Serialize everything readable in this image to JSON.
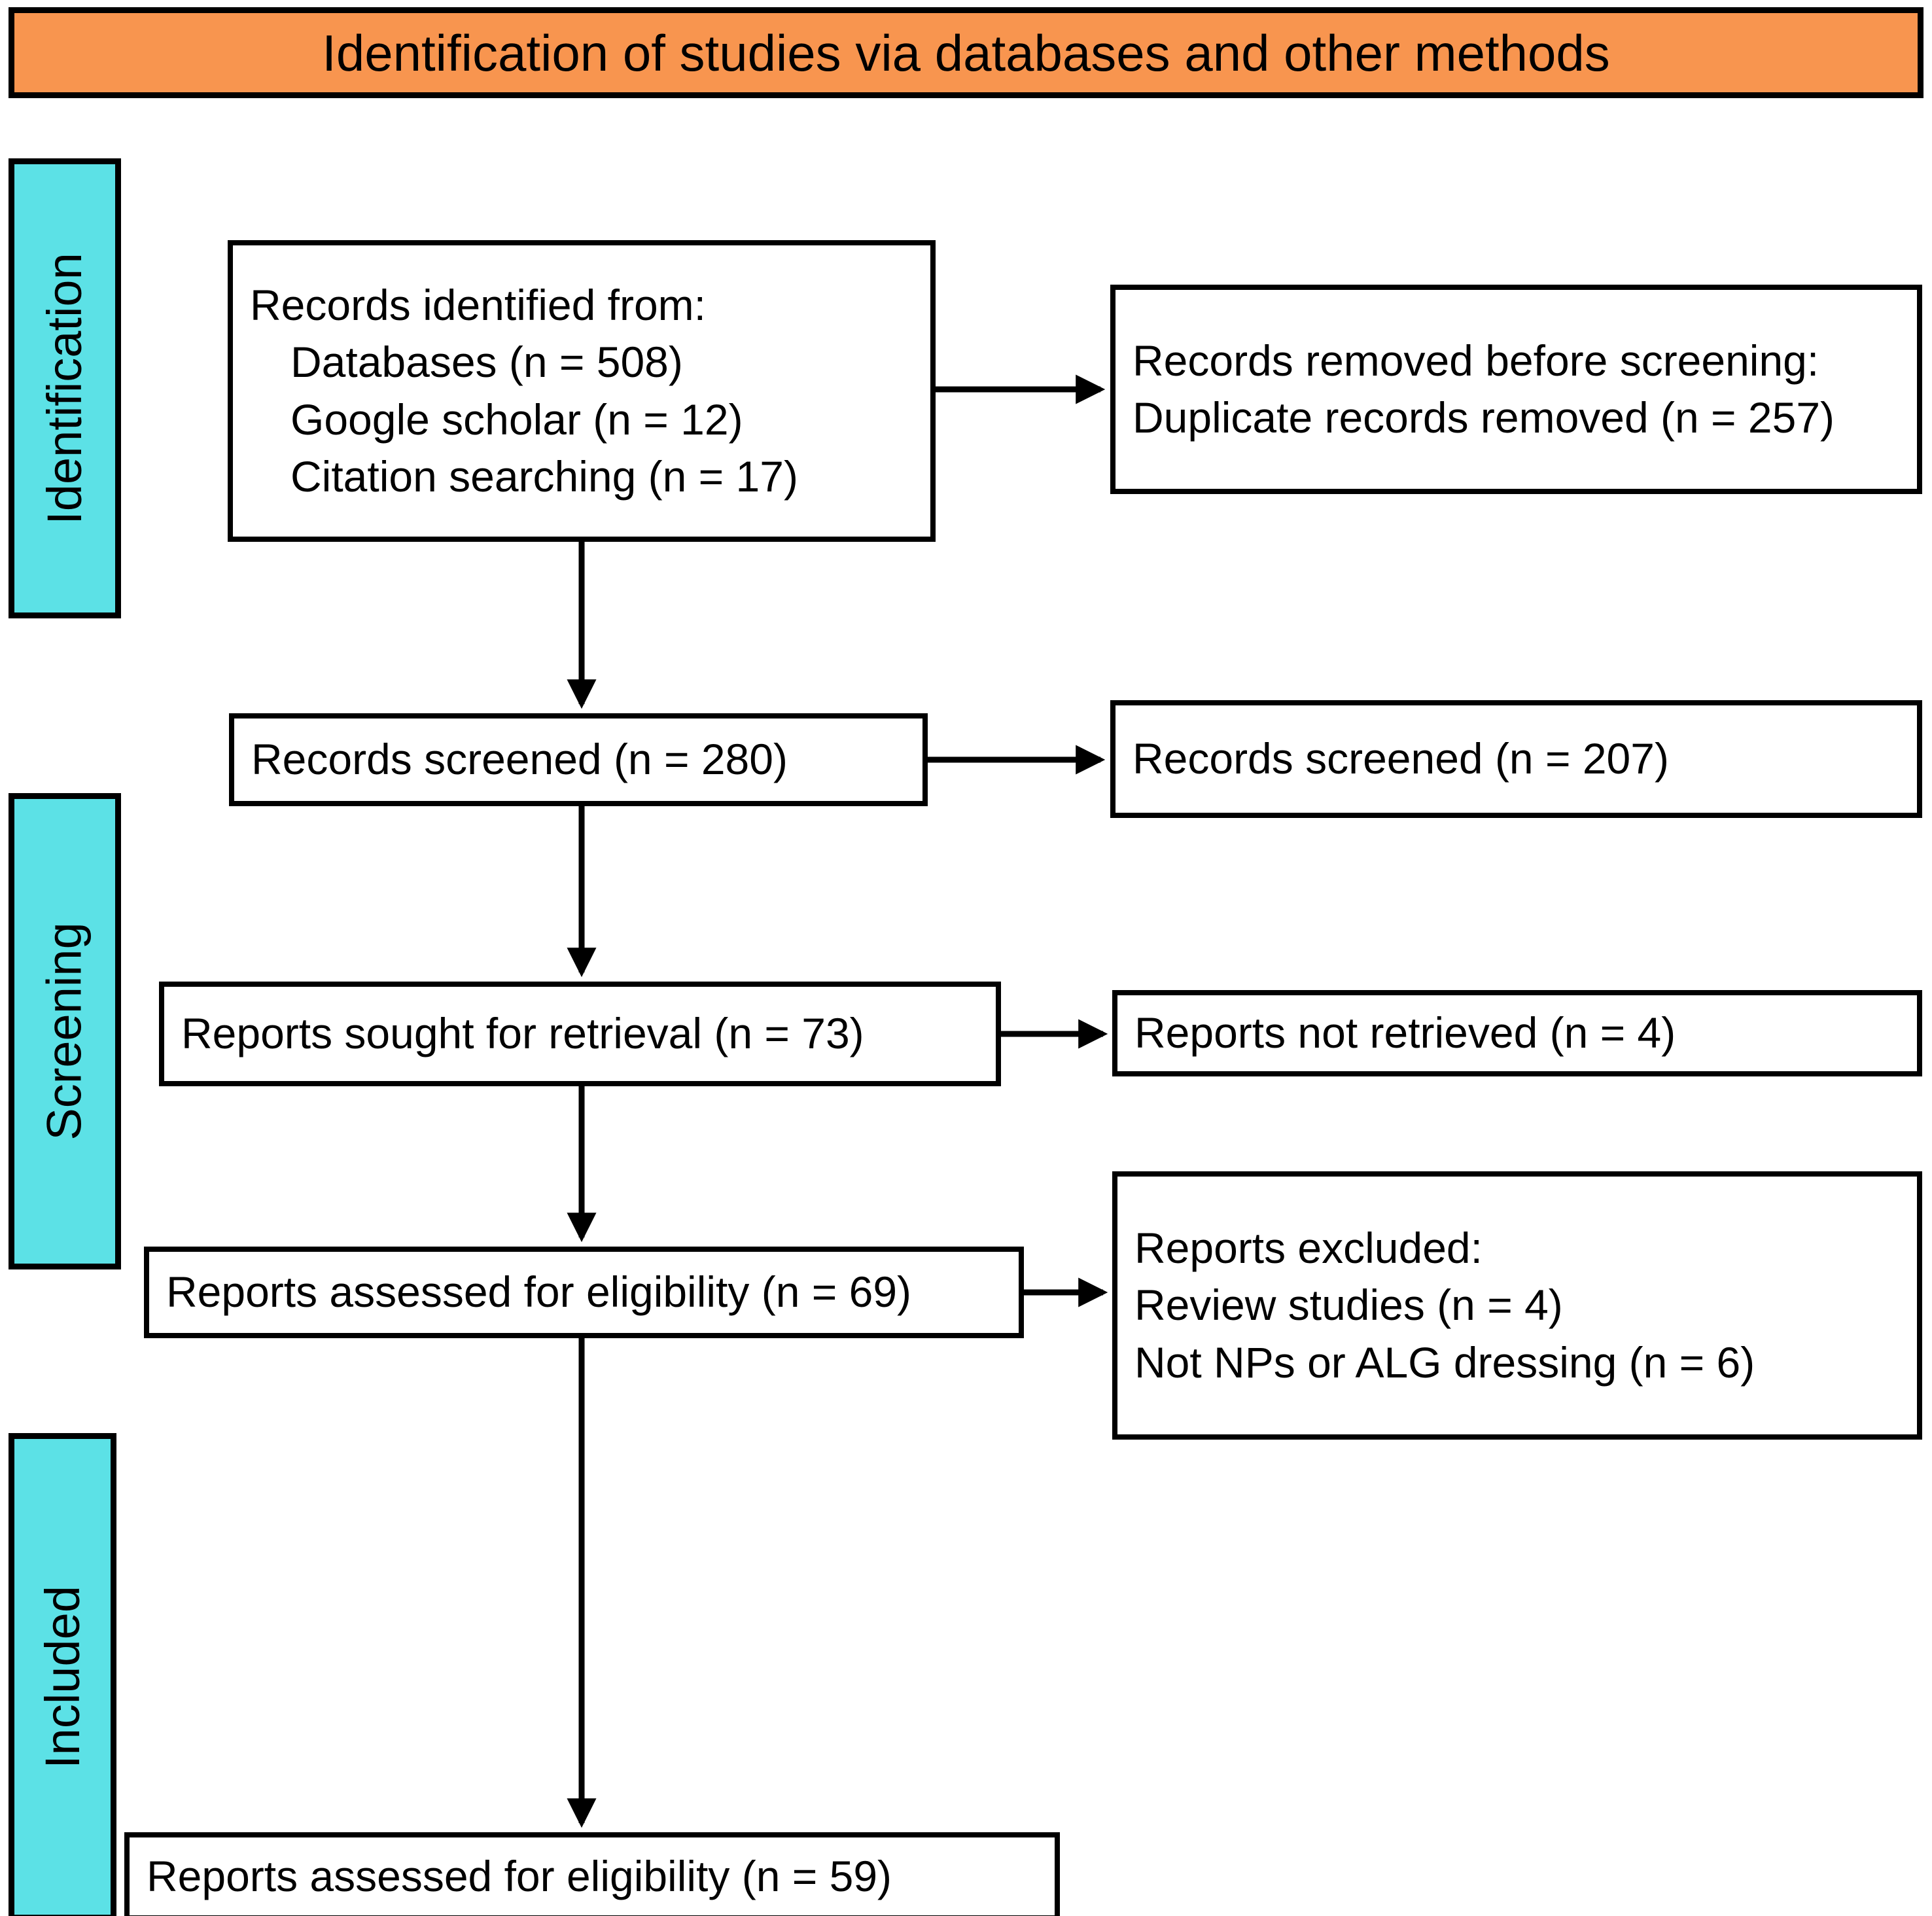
{
  "header": {
    "title": "Identification of studies via databases and other methods",
    "background_color": "#F8954F",
    "border_color": "#000000"
  },
  "stages": [
    {
      "id": "identification",
      "label": "Identification",
      "color": "#5CE1E6"
    },
    {
      "id": "screening",
      "label": "Screening",
      "color": "#5CE1E6"
    },
    {
      "id": "included",
      "label": "Included",
      "color": "#5CE1E6"
    }
  ],
  "boxes": {
    "identified": {
      "name": "records-identified",
      "lines": [
        "Records identified from:",
        "Databases (n = 508)",
        "Google scholar (n = 12)",
        "Citation searching (n = 17)"
      ],
      "counts": {
        "databases": 508,
        "google_scholar": 12,
        "citation_searching": 17
      }
    },
    "removed": {
      "name": "records-removed-before-screening",
      "lines": [
        "Records removed before screening:",
        "Duplicate records removed (n = 257)"
      ],
      "counts": {
        "duplicates_removed": 257
      }
    },
    "screened_left": {
      "name": "records-screened",
      "lines": [
        "Records screened (n = 280)"
      ],
      "counts": {
        "screened": 280
      }
    },
    "screened_right": {
      "name": "records-screened-other-methods",
      "lines": [
        "Records screened (n = 207)"
      ],
      "counts": {
        "screened": 207
      }
    },
    "sought": {
      "name": "reports-sought-for-retrieval",
      "lines": [
        "Reports sought for retrieval (n = 73)"
      ],
      "counts": {
        "sought": 73
      }
    },
    "not_retrieved": {
      "name": "reports-not-retrieved",
      "lines": [
        "Reports not retrieved (n = 4)"
      ],
      "counts": {
        "not_retrieved": 4
      }
    },
    "assessed_69": {
      "name": "reports-assessed-for-eligibility",
      "lines": [
        "Reports assessed for eligibility (n = 69)"
      ],
      "counts": {
        "assessed": 69
      }
    },
    "excluded": {
      "name": "reports-excluded",
      "lines": [
        "Reports excluded:",
        "Review studies (n = 4)",
        "Not NPs or ALG dressing (n = 6)"
      ],
      "counts": {
        "review_studies": 4,
        "not_nps_or_alg_dressing": 6
      }
    },
    "assessed_59": {
      "name": "reports-included-final",
      "lines": [
        "Reports assessed for eligibility (n = 59)"
      ],
      "counts": {
        "included": 59
      }
    }
  }
}
